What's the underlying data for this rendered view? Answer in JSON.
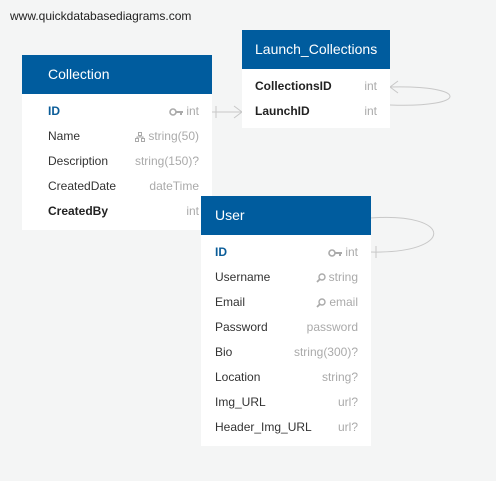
{
  "watermark": "www.quickdatabasediagrams.com",
  "tables": {
    "collection": {
      "title": "Collection",
      "fields": [
        {
          "name": "ID",
          "type": "int",
          "icon": "key-icon"
        },
        {
          "name": "Name",
          "type": "string(50)",
          "icon": "index-icon"
        },
        {
          "name": "Description",
          "type": "string(150)?",
          "icon": ""
        },
        {
          "name": "CreatedDate",
          "type": "dateTime",
          "icon": ""
        },
        {
          "name": "CreatedBy",
          "type": "int",
          "icon": ""
        }
      ]
    },
    "launch_collections": {
      "title": "Launch_Collections",
      "fields": [
        {
          "name": "CollectionsID",
          "type": "int",
          "icon": ""
        },
        {
          "name": "LaunchID",
          "type": "int",
          "icon": ""
        }
      ]
    },
    "user": {
      "title": "User",
      "fields": [
        {
          "name": "ID",
          "type": "int",
          "icon": "key-icon"
        },
        {
          "name": "Username",
          "type": "string",
          "icon": "search-icon"
        },
        {
          "name": "Email",
          "type": "email",
          "icon": "search-icon"
        },
        {
          "name": "Password",
          "type": "password",
          "icon": ""
        },
        {
          "name": "Bio",
          "type": "string(300)?",
          "icon": ""
        },
        {
          "name": "Location",
          "type": "string?",
          "icon": ""
        },
        {
          "name": "Img_URL",
          "type": "url?",
          "icon": ""
        },
        {
          "name": "Header_Img_URL",
          "type": "url?",
          "icon": ""
        }
      ]
    }
  },
  "colors": {
    "header": "#005c9e",
    "background": "#f4f5f5",
    "primary_key": "#0a5c98",
    "type_text": "#aaaaaa",
    "line": "#c8c8c8"
  }
}
